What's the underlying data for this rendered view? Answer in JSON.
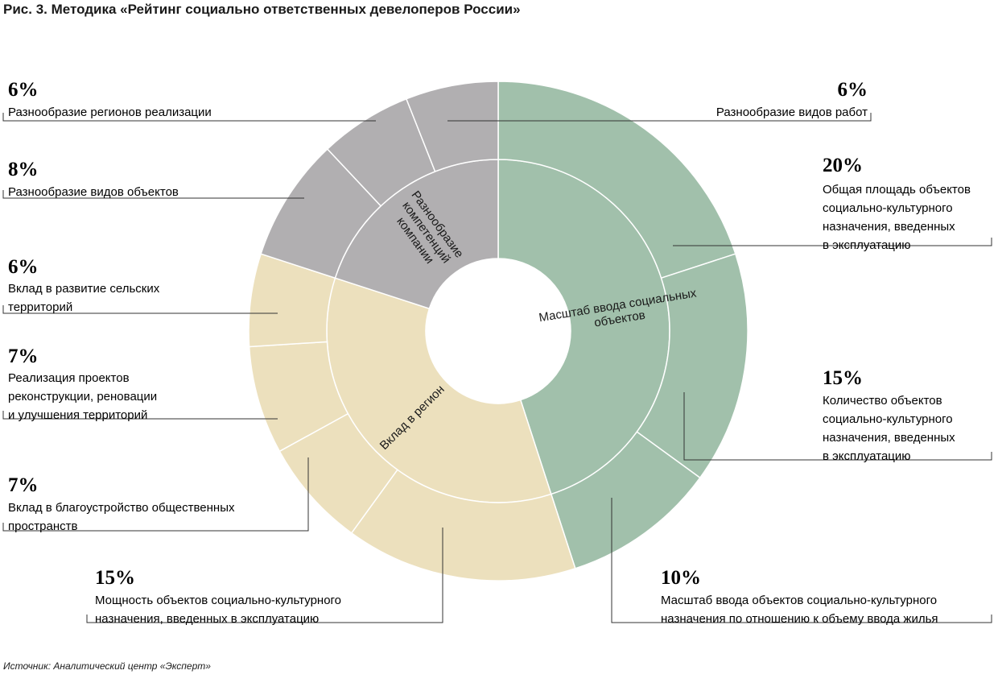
{
  "title": "Рис. 3. Методика «Рейтинг социально ответственных девелоперов России»",
  "source": "Источник: Аналитический центр «Эксперт»",
  "colors": {
    "green": "#a1c0ab",
    "beige": "#ece0bd",
    "gray": "#b1afb1",
    "hole": "#ffffff",
    "leader": "#333333"
  },
  "chart_data": {
    "type": "sunburst",
    "groups": [
      {
        "id": "scale",
        "label_lines": [
          "Масштаб ввода социальных",
          "объектов"
        ],
        "value": 45,
        "color": "green"
      },
      {
        "id": "region",
        "label_lines": [
          "Вклад в регион"
        ],
        "value": 35,
        "color": "beige"
      },
      {
        "id": "diversity",
        "label_lines": [
          "Разнообразие",
          "компетенций",
          "компании"
        ],
        "value": 20,
        "color": "gray"
      }
    ],
    "segments": [
      {
        "group": "scale",
        "value": 20,
        "pct": "20%",
        "label_lines": [
          "Общая площадь объектов",
          "социально-культурного",
          "назначения, введенных",
          "в эксплуатацию"
        ]
      },
      {
        "group": "scale",
        "value": 15,
        "pct": "15%",
        "label_lines": [
          "Количество объектов",
          "социально-культурного",
          "назначения, введенных",
          "в эксплуатацию"
        ]
      },
      {
        "group": "scale",
        "value": 10,
        "pct": "10%",
        "label_lines": [
          "Масштаб ввода объектов социально-культурного",
          "назначения по отношению к объему ввода жилья"
        ]
      },
      {
        "group": "region",
        "value": 15,
        "pct": "15%",
        "label_lines": [
          "Мощность объектов социально-культурного",
          "назначения, введенных в эксплуатацию"
        ]
      },
      {
        "group": "region",
        "value": 7,
        "pct": "7%",
        "label_lines": [
          "Вклад в благоустройство общественных",
          "пространств"
        ]
      },
      {
        "group": "region",
        "value": 7,
        "pct": "7%",
        "label_lines": [
          "Реализация проектов",
          "реконструкции, реновации",
          "и улучшения территорий"
        ]
      },
      {
        "group": "region",
        "value": 6,
        "pct": "6%",
        "label_lines": [
          "Вклад в развитие сельских",
          "территорий"
        ]
      },
      {
        "group": "diversity",
        "value": 8,
        "pct": "8%",
        "label_lines": [
          "Разнообразие видов объектов"
        ]
      },
      {
        "group": "diversity",
        "value": 6,
        "pct": "6%",
        "label_lines": [
          "Разнообразие регионов реализации"
        ]
      },
      {
        "group": "diversity",
        "value": 6,
        "pct": "6%",
        "label_lines": [
          "Разнообразие видов работ"
        ]
      }
    ]
  }
}
